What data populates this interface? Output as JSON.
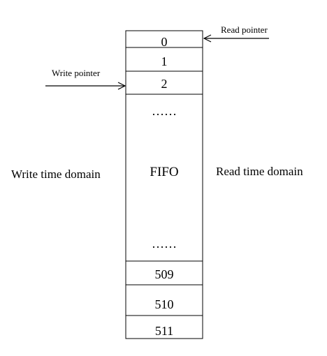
{
  "fifo": {
    "label": "FIFO",
    "top_cells": [
      "0",
      "1",
      "2"
    ],
    "ellipsis_top": "……",
    "ellipsis_bottom": "……",
    "bottom_cells": [
      "509",
      "510",
      "511"
    ]
  },
  "read_pointer": {
    "label": "Read pointer",
    "points_to": "0"
  },
  "write_pointer": {
    "label": "Write pointer",
    "points_to": "2"
  },
  "domains": {
    "write": "Write time domain",
    "read": "Read time domain"
  },
  "colors": {
    "line": "#000000",
    "background": "#ffffff"
  }
}
